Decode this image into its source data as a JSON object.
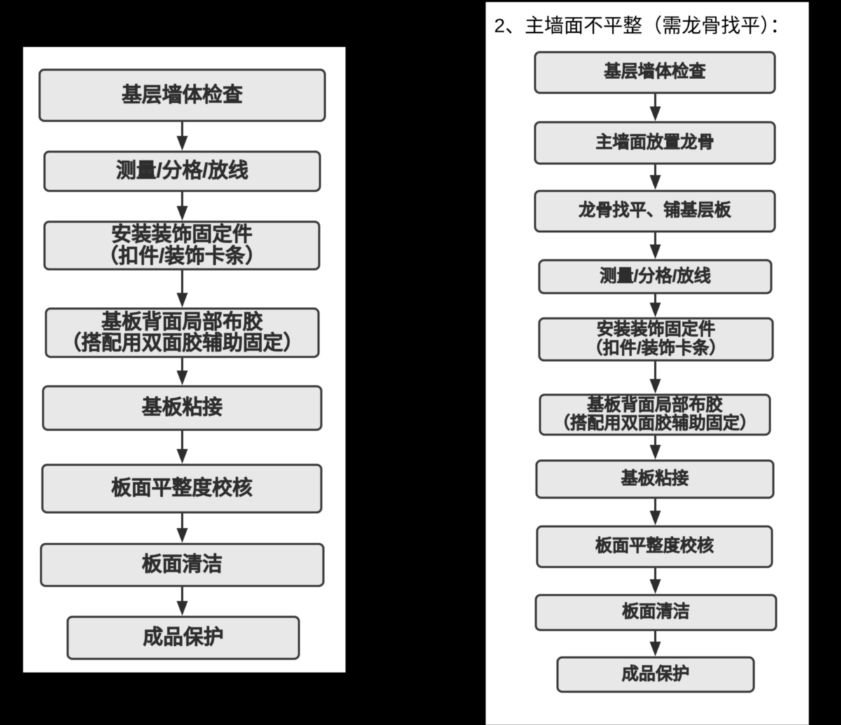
{
  "page": {
    "background": "#000000",
    "panel_color": "#ffffff"
  },
  "style": {
    "box_fill": "#e8e8e8",
    "box_border": "#3a3a3a",
    "box_text": "#2d2d2d",
    "arrow_color": "#2d2d2d",
    "title_color": "#000000"
  },
  "left_flow": {
    "steps": [
      {
        "lines": [
          "基层墙体检查"
        ]
      },
      {
        "lines": [
          "测量/分格/放线"
        ]
      },
      {
        "lines": [
          "安装装饰固定件",
          "（扣件/装饰卡条）"
        ]
      },
      {
        "lines": [
          "基板背面局部布胶",
          "（搭配用双面胶辅助固定）"
        ]
      },
      {
        "lines": [
          "基板粘接"
        ]
      },
      {
        "lines": [
          "板面平整度校核"
        ]
      },
      {
        "lines": [
          "板面清洁"
        ]
      },
      {
        "lines": [
          "成品保护"
        ]
      }
    ]
  },
  "right_flow": {
    "title": "2、主墙面不平整（需龙骨找平）：",
    "steps": [
      {
        "lines": [
          "基层墙体检查"
        ]
      },
      {
        "lines": [
          "主墙面放置龙骨"
        ]
      },
      {
        "lines": [
          "龙骨找平、铺基层板"
        ]
      },
      {
        "lines": [
          "测量/分格/放线"
        ]
      },
      {
        "lines": [
          "安装装饰固定件",
          "（扣件/装饰卡条）"
        ]
      },
      {
        "lines": [
          "基板背面局部布胶",
          "（搭配用双面胶辅助固定）"
        ]
      },
      {
        "lines": [
          "基板粘接"
        ]
      },
      {
        "lines": [
          "板面平整度校核"
        ]
      },
      {
        "lines": [
          "板面清洁"
        ]
      },
      {
        "lines": [
          "成品保护"
        ]
      }
    ]
  }
}
